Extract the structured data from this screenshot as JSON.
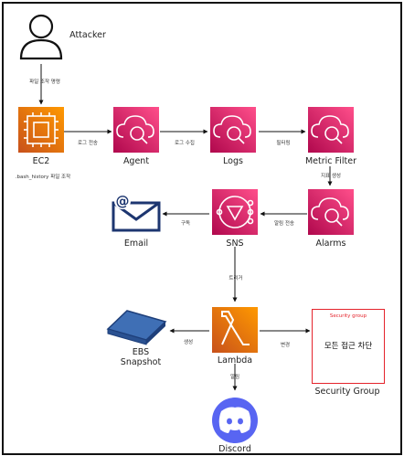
{
  "nodes": {
    "attacker": "Attacker",
    "ec2": "EC2",
    "agent": "Agent",
    "logs": "Logs",
    "metric_filter": "Metric Filter",
    "alarms": "Alarms",
    "sns": "SNS",
    "email": "Email",
    "lambda": "Lambda",
    "ebs_line1": "EBS",
    "ebs_line2": "Snapshot",
    "security_group": "Security Group",
    "discord": "Discord"
  },
  "edges": {
    "attacker_ec2": "파일 조작 명령",
    "ec2_agent": "로그 전송",
    "agent_logs": "로그 수집",
    "logs_metric": "필터링",
    "metric_alarms": "지표 생성",
    "alarms_sns": "알림 전송",
    "sns_email": "구독",
    "sns_lambda": "트리거",
    "lambda_ebs": "생성",
    "lambda_sg": "변경",
    "lambda_discord": "알림"
  },
  "notes": {
    "bash_history": ".bash_history 파일 조작"
  },
  "security_group_box": {
    "header": "Security group",
    "text": "모든 접근 차단"
  },
  "colors": {
    "ec2_orange": "#f58c1e",
    "management_pink": "#e3306a",
    "lambda_orange": "#f58c1e",
    "email_navy": "#1d3670",
    "discord_blue": "#5865f2",
    "ebs_blue": "#3f6fb5",
    "sg_red": "#e4232b"
  }
}
